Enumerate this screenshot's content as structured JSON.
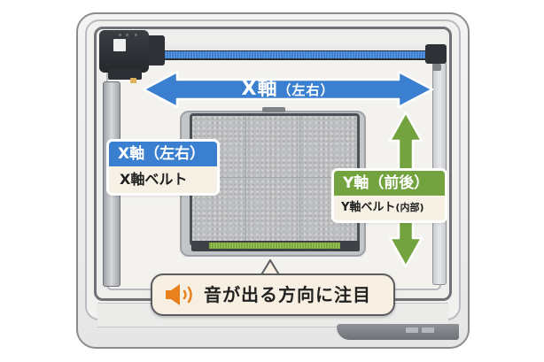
{
  "diagram": {
    "title": "3D printer axis diagram",
    "x_axis_arrow": {
      "label": "X軸",
      "sub_label": "（左右）",
      "color": "#3a7fd0"
    },
    "x_axis_card": {
      "header": "X軸（左右）",
      "body": "X軸ベルト",
      "color": "#3a7fd0"
    },
    "y_axis_card": {
      "header": "Y軸（前後）",
      "body_main": "Y軸ベルト",
      "body_sub": "(内部)",
      "color": "#73a33f"
    },
    "y_axis_arrow": {
      "color": "#73a33f"
    },
    "callout": {
      "icon": "speaker-icon",
      "text": "音が出る方向に注目",
      "icon_color": "#e8801e"
    },
    "belts": {
      "x_belt_color": "#4a88d8",
      "y_belt_color": "#8ab84a"
    }
  }
}
